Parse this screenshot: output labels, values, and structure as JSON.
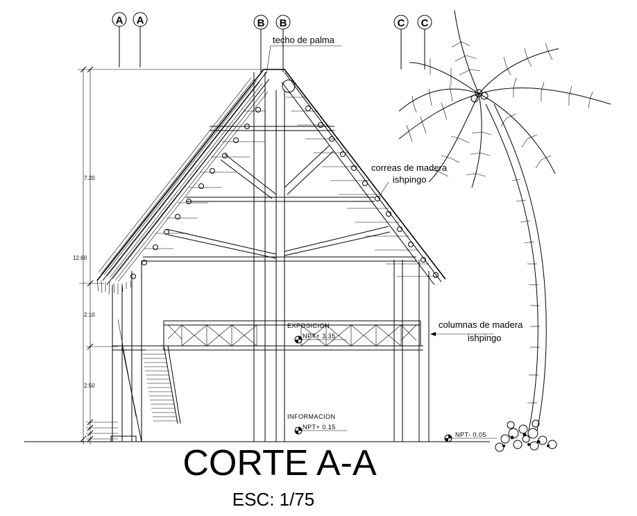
{
  "grid_axes": [
    {
      "axis": "A"
    },
    {
      "axis": "A"
    },
    {
      "axis": "B"
    },
    {
      "axis": "B"
    },
    {
      "axis": "C"
    },
    {
      "axis": "C"
    }
  ],
  "annotations": {
    "roof": "techo de palma",
    "purlins_line1": "correas de madera",
    "purlins_line2": "ishpingo",
    "columns_line1": "columnas de madera",
    "columns_line2": "ishpingo"
  },
  "dimensions": {
    "upper": "7.20",
    "total": "12.60",
    "mid": "2.10",
    "lower": "2.50"
  },
  "levels": {
    "exposicion_name": "EXPOSICION",
    "exposicion_level": "NPT+ 3.35",
    "informacion_name": "INFORMACION",
    "informacion_level": "NPT+ 0.15",
    "exterior_level": "NPT- 0.05"
  },
  "title": "CORTE A-A",
  "scale": "ESC: 1/75"
}
